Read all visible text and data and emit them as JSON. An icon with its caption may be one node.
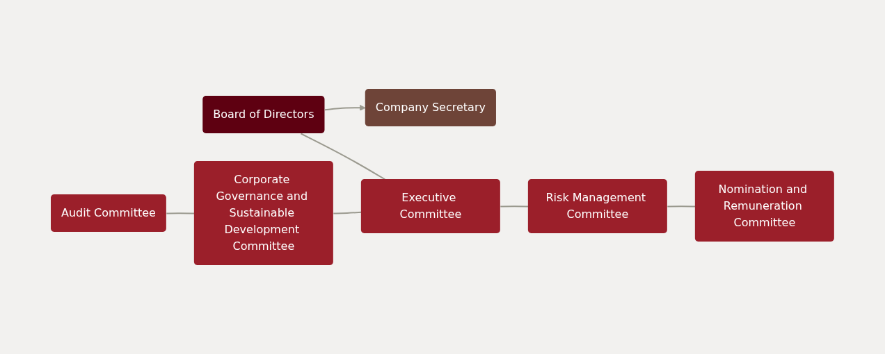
{
  "diagram": {
    "nodes": [
      {
        "text": [
          "Board of Directors"
        ]
      },
      {
        "text": [
          "Company Secretary"
        ]
      },
      {
        "text": [
          "Audit Committee"
        ]
      },
      {
        "text": [
          "Corporate Governance and Sustainable Development Committee"
        ]
      },
      {
        "text": [
          "Executive Committee"
        ]
      },
      {
        "text": [
          "Risk Management Committee"
        ]
      },
      {
        "text": [
          "Nomination and Remuneration Committee"
        ]
      }
    ],
    "edges": [
      {
        "from": 0,
        "to": 4,
        "arrow": "none"
      },
      {
        "from": 0,
        "to": 1,
        "arrow": "to"
      },
      {
        "from": 2,
        "to": 3,
        "arrow": "none"
      },
      {
        "from": 3,
        "to": 4,
        "arrow": "none"
      },
      {
        "from": 4,
        "to": 5,
        "arrow": "none"
      },
      {
        "from": 5,
        "to": 6,
        "arrow": "none"
      }
    ]
  }
}
